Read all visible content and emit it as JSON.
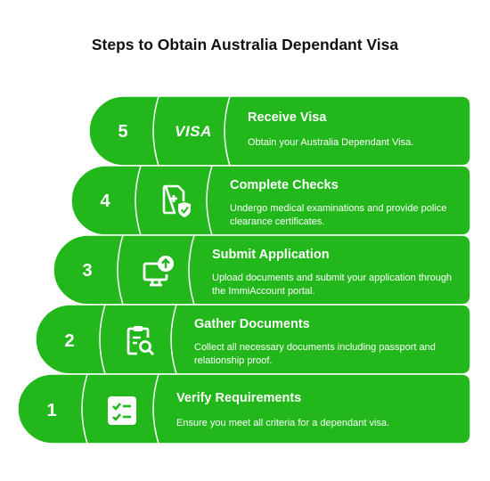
{
  "title": "Steps to Obtain Australia Dependant Visa",
  "colors": {
    "step_fill": "#22b81c",
    "separator": "#ffffff",
    "text": "#ffffff"
  },
  "steps": [
    {
      "number": "5",
      "icon": "visa-icon",
      "icon_text": "VISA",
      "heading": "Receive Visa",
      "description": "Obtain your Australia Dependant Visa."
    },
    {
      "number": "4",
      "icon": "medical-check-icon",
      "heading": "Complete Checks",
      "description": "Undergo medical examinations and provide police clearance certificates."
    },
    {
      "number": "3",
      "icon": "upload-monitor-icon",
      "heading": "Submit Application",
      "description": "Upload documents and submit your application through the ImmiAccount portal."
    },
    {
      "number": "2",
      "icon": "document-search-icon",
      "heading": "Gather Documents",
      "description": "Collect all necessary documents including passport and relationship proof."
    },
    {
      "number": "1",
      "icon": "checklist-icon",
      "heading": "Verify Requirements",
      "description": "Ensure you meet all criteria for a dependant visa."
    }
  ]
}
